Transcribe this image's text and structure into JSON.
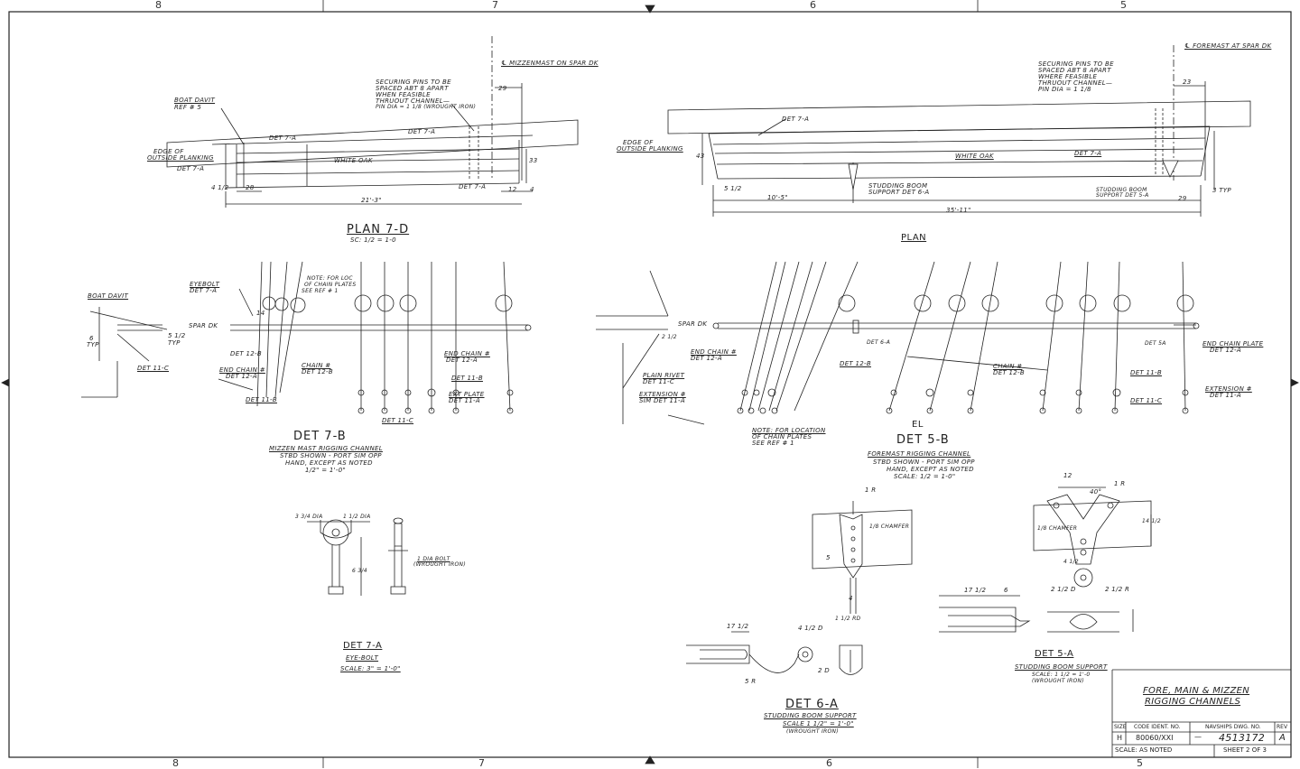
{
  "zones_top": [
    "8",
    "7",
    "6",
    "5"
  ],
  "zones_bottom": [
    "8",
    "7",
    "6",
    "5"
  ],
  "plan7d": {
    "title": "PLAN 7-D",
    "scale": "SC: 1/2 = 1-0",
    "notes": {
      "mizzenmast": "℄ MIZZENMAST ON SPAR DK",
      "securing": [
        "SECURING PINS TO BE",
        "SPACED ABT 8 APART",
        "WHEN FEASIBLE",
        "THRUOUT CHANNEL—",
        "PIN DIA = 1 1/8 (WROUGHT IRON)"
      ],
      "boat_davit": [
        "BOAT DAVIT",
        "REF # 5"
      ],
      "edge": [
        "EDGE OF",
        "OUTSIDE PLANKING"
      ],
      "det7a_1": "DET 7-A",
      "det7a_2": "DET 7-A",
      "det7a_3": "DET 7-A",
      "det7a_4": "DET 7-A",
      "white_oak": "WHITE OAK"
    },
    "dims": {
      "d29": "29",
      "d33": "33",
      "d28": "28",
      "d4a": "4 1/2",
      "d21": "21'-3\"",
      "d12": "12",
      "d4": "4"
    }
  },
  "plan": {
    "title": "PLAN",
    "notes": {
      "foremast": "℄ FOREMAST AT SPAR DK",
      "securing": [
        "SECURING PINS TO BE",
        "SPACED ABT 8 APART",
        "WHERE FEASIBLE",
        "THRUOUT CHANNEL—",
        "PIN DIA = 1 1/8"
      ],
      "edge": [
        "EDGE OF",
        "OUTSIDE PLANKING"
      ],
      "det7a_1": "DET 7-A",
      "det7a_2": "DET 7-A",
      "white_oak": "WHITE OAK",
      "studding": [
        "STUDDING BOOM",
        "SUPPORT DET 6-A"
      ],
      "studding2": [
        "STUDDING BOOM",
        "SUPPORT DET 5-A"
      ]
    },
    "dims": {
      "d23": "23",
      "d43": "43",
      "d5": "5 1/2",
      "d10": "10'-5\"",
      "d35": "35'-11\"",
      "d29": "29",
      "d3typ": "3 TYP"
    }
  },
  "det7b": {
    "title": "DET 7-B",
    "sub": "MIZZEN MAST RIGGING CHANNEL",
    "lines": [
      "STBD SHOWN - PORT SIM OPP",
      "HAND, EXCEPT AS NOTED",
      "1/2\" = 1'-0\""
    ],
    "notes": {
      "eyebolt": [
        "EYEBOLT",
        "DET 7-A"
      ],
      "note": [
        "NOTE: FOR LOC",
        "OF CHAIN PLATES",
        "SEE REF # 1"
      ],
      "boat_davit": "BOAT DAVIT",
      "spar": "SPAR DK",
      "g": "6",
      "gtyp": "TYP",
      "s": "5 1/2",
      "styp": "TYP",
      "det11c": "DET 11-C",
      "det12b": "DET 12-B",
      "endchain": [
        "END CHAIN #",
        "DET 12-A"
      ],
      "det11b": "DET 11-B",
      "chain": [
        "CHAIN #",
        "DET 12-B"
      ],
      "endchain2": [
        "END CHAIN #",
        "DET 12-A"
      ],
      "det11b2": "DET 11-B",
      "extplate": [
        "EXT PLATE",
        "DET 11-A"
      ],
      "det11c2": "DET 11-C",
      "d14": "14"
    }
  },
  "det5b": {
    "title": "DET 5-B",
    "el": "EL",
    "sub": "FOREMAST RIGGING CHANNEL",
    "lines": [
      "STBD SHOWN - PORT SIM OPP",
      "HAND, EXCEPT AS NOTED",
      "SCALE: 1/2 = 1-0\""
    ],
    "notes": {
      "spar": "SPAR DK",
      "endchain": [
        "END CHAIN #",
        "DET 12-A"
      ],
      "det12b": "DET 12-B",
      "det6a": "DET 6-A",
      "plainrivet": [
        "PLAIN RIVET",
        "DET 11-C"
      ],
      "extension": [
        "EXTENSION #",
        "SIM DET 11-A"
      ],
      "note": [
        "NOTE: FOR LOCATION",
        "OF CHAIN PLATES",
        "SEE REF # 1"
      ],
      "chain": [
        "CHAIN #",
        "DET 12-B"
      ],
      "det5a": "DET 5A",
      "endchainplate": [
        "END CHAIN PLATE",
        "DET 12-A"
      ],
      "det11b": "DET 11-B",
      "det11c": "DET 11-C",
      "extension2": [
        "EXTENSION #",
        "DET 11-A"
      ],
      "d2": "2 1/2"
    }
  },
  "det7a": {
    "title": "DET 7-A",
    "sub": "EYE-BOLT",
    "scale": "SCALE: 3\" = 1'-0\"",
    "notes": {
      "dia1": "3 3/4 DIA",
      "dia2": "1 1/2 DIA",
      "bolt": [
        "1 DIA BOLT",
        "(WROUGHT IRON)"
      ],
      "d6": "6 3/4"
    }
  },
  "det6a": {
    "title": "DET 6-A",
    "sub": "STUDDING BOOM SUPPORT",
    "scale": "SCALE 1 1/2\" = 1'-0\"",
    "material": "(WROUGHT IRON)",
    "notes": {
      "r": "1 R",
      "d17": "17 1/2",
      "d4d": "4 1/2 D",
      "d5r": "5 R",
      "d2d": "2 D",
      "d1rd": "1 1/2 RD",
      "chamfer": "1/8 CHAMFER",
      "d4": "4",
      "d5": "5"
    }
  },
  "det5a": {
    "title": "DET 5-A",
    "sub": "STUDDING BOOM SUPPORT",
    "scale": "SCALE: 1 1/2 = 1'-0",
    "material": "(WROUGHT IRON)",
    "notes": {
      "d12": "12",
      "r1": "1 R",
      "a40": "40°",
      "d14": "14 1/2",
      "chamfer": "1/8 CHAMFER",
      "d4": "4 1/2",
      "d2d": "2 1/2 D",
      "d2r": "2 1/2 R",
      "d17": "17 1/2",
      "d6": "6"
    }
  },
  "title_block": {
    "title1": "FORE, MAIN & MIZZEN",
    "title2": "RIGGING CHANNELS",
    "h_size": "SIZE",
    "h_code": "CODE IDENT. NO.",
    "h_dwg": "NAVSHIPS DWG. NO.",
    "h_rev": "REV",
    "size": "H",
    "code": "80060/XXI",
    "dash": "—",
    "dwg": "4513172",
    "rev": "A",
    "scale": "SCALE: AS NOTED",
    "sheet": "SHEET 2 OF 3"
  }
}
